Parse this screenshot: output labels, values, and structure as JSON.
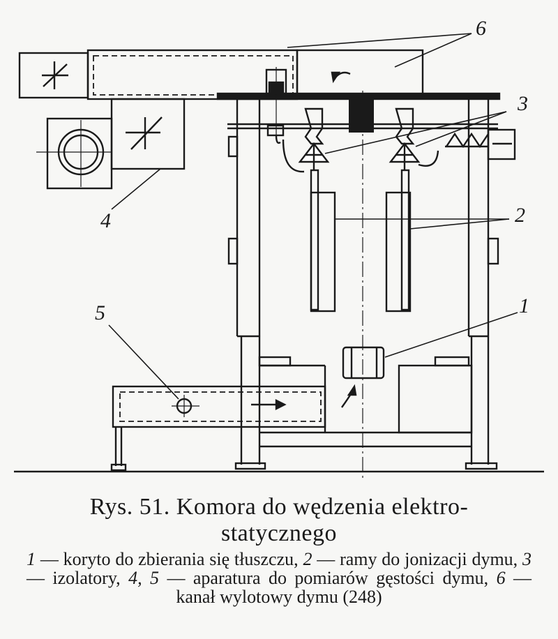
{
  "figure": {
    "callouts": [
      {
        "id": "1",
        "text": "1"
      },
      {
        "id": "2",
        "text": "2"
      },
      {
        "id": "3",
        "text": "3"
      },
      {
        "id": "4",
        "text": "4"
      },
      {
        "id": "5",
        "text": "5"
      },
      {
        "id": "6",
        "text": "6"
      }
    ]
  },
  "caption": {
    "title_line1": "Rys. 51. Komora do wędzenia elektro-",
    "title_line2": "statycznego",
    "legend": [
      {
        "num": "1",
        "text": " — koryto do zbierania się tłuszczu, "
      },
      {
        "num": "2",
        "text": " — ramy do jonizacji dymu, "
      },
      {
        "num": "3",
        "text": " — izolatory, "
      },
      {
        "num": "4, 5",
        "text": " — aparatura do pomiarów gęstości dymu, "
      },
      {
        "num": "6",
        "text": " — kanał wylotowy dymu (248)"
      }
    ]
  }
}
